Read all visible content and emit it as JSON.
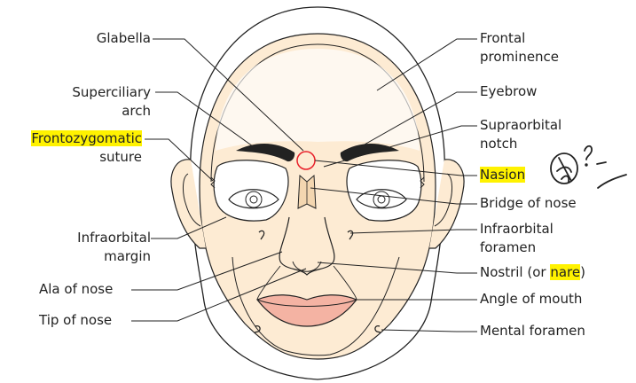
{
  "labels": {
    "glabella": "Glabella",
    "superciliary_line1": "Superciliary",
    "superciliary_line2": "arch",
    "frontozygomatic_line1": "Frontozygomatic",
    "frontozygomatic_line2": "suture",
    "infraorbital_margin_line1": "Infraorbital",
    "infraorbital_margin_line2": "margin",
    "ala_of_nose": "Ala of nose",
    "tip_of_nose": "Tip of nose",
    "frontal_line1": "Frontal",
    "frontal_line2": "prominence",
    "eyebrow": "Eyebrow",
    "supraorbital_line1": "Supraorbital",
    "supraorbital_line2": "notch",
    "nasion": "Nasion",
    "bridge_of_nose": "Bridge of nose",
    "infraorbital_foramen_line1": "Infraorbital",
    "infraorbital_foramen_line2": "foramen",
    "nostril_prefix": "Nostril (or ",
    "nostril_highlight": "nare",
    "nostril_suffix": ")",
    "angle_of_mouth": "Angle of mouth",
    "mental_foramen": "Mental foramen"
  },
  "colors": {
    "highlight": "#fff200",
    "skull_fill": "#fdebd3",
    "lip_fill": "#f4b3a3",
    "nasion_circle": "#e8202a",
    "line": "#222222"
  }
}
